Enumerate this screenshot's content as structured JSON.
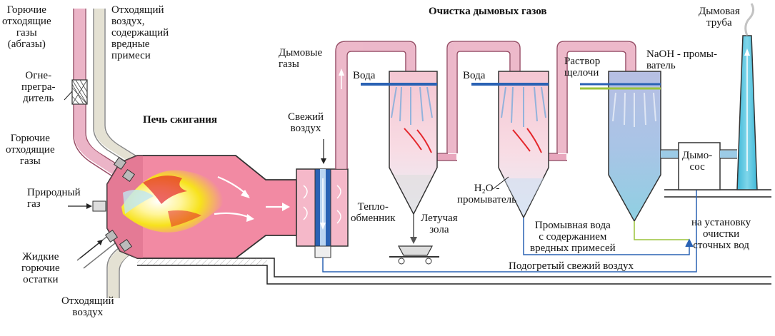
{
  "labels": {
    "flue_gas_cleaning": "Очистка дымовых газов",
    "combustible_waste_gases_top": "Горючие\nотходящие\nгазы\n(абгазы)",
    "waste_air_harmful": "Отходящий\nвоздух,\nсодержащий\nвредные\nпримеси",
    "flame_arrester": "Огне-\nпрегра-\nдитель",
    "combustible_waste_gases_mid": "Горючие\nотходящие\nгазы",
    "natural_gas": "Природный\nгаз",
    "liquid_residues": "Жидкие\nгорючие\nостатки",
    "waste_air_bottom": "Отходящий\nвоздух",
    "furnace": "Печь сжигания",
    "fresh_air": "Свежий\nвоздух",
    "flue_gases": "Дымовые\nгазы",
    "water_1": "Вода",
    "water_2": "Вода",
    "heat_exchanger": "Тепло-\nобменник",
    "fly_ash": "Летучая\nзола",
    "h2o_scrubber": "H₂O -\nпромыватель",
    "alkali_solution": "Раствор\nщелочи",
    "naoh_scrubber": "NaOH - промы-\nватель",
    "chimney": "Дымовая\nтруба",
    "exhauster": "Дымо-\nсос",
    "wash_water": "Промывная вода\nс содержанием\nвредных примесей",
    "to_treatment": "на установку\nочистки\nсточных вод",
    "heated_air": "Подогретый свежий воздух"
  },
  "colors": {
    "pipe_pink": "#e8a7bd",
    "pipe_light": "#e4e1d3",
    "furnace_body": "#f28aa3",
    "scrubber_fill": "#f4c6d2",
    "scrubber_fill_3": "#b9c7e6",
    "water_blue": "#2a62b4",
    "chimney_blue": "#5dc7e0",
    "flame_yellow": "#f7e21c",
    "flame_red": "#e4262b"
  }
}
